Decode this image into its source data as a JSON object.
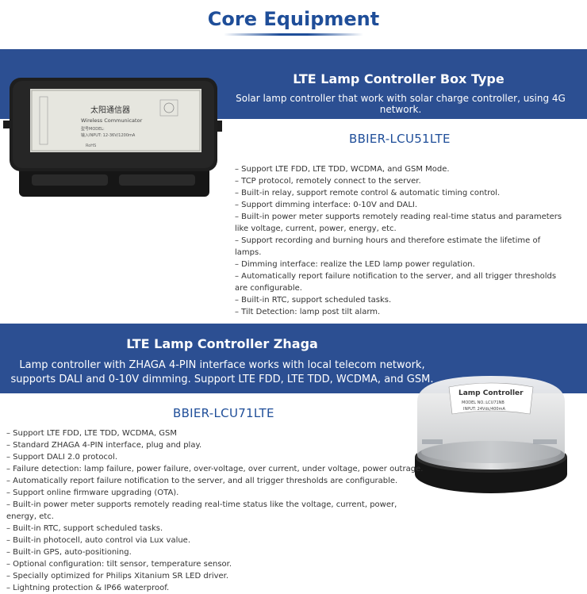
{
  "page": {
    "title": "Core Equipment"
  },
  "sections": [
    {
      "title": "LTE Lamp Controller Box Type",
      "description": "Solar lamp controller that work with solar charge controller, using 4G network.",
      "model": "BBIER-LCU51LTE",
      "product_label": {
        "brand": "太阳通信器",
        "name": "Wireless Communicator",
        "model_line": "型号MODEL:",
        "input_line": "输入INPUT: 12-36V/1200mA",
        "side_mark": "RoHS"
      },
      "features": [
        "– Support LTE FDD, LTE TDD, WCDMA, and GSM Mode.",
        "– TCP protocol, remotely connect to the server.",
        "– Built-in relay, support remote control & automatic timing control.",
        "– Support dimming interface: 0-10V and DALI.",
        "– Built-in power meter supports remotely reading real-time status and parameters like voltage, current, power, energy, etc.",
        "– Support recording and burning hours and therefore estimate the lifetime of lamps.",
        "– Dimming interface: realize the LED lamp power regulation.",
        "– Automatically report failure notification to the server, and all trigger thresholds are configurable.",
        "– Built-in RTC, support scheduled tasks.",
        "– Tilt Detection: lamp post tilt alarm."
      ]
    },
    {
      "title": "LTE Lamp Controller Zhaga",
      "description": "Lamp controller with ZHAGA 4-PIN interface works with local telecom network, supports DALI and 0-10V dimming. Support LTE FDD, LTE TDD, WCDMA, and GSM.",
      "model": "BBIER-LCU71LTE",
      "product_label": {
        "name": "Lamp Controller",
        "model_line": "MODEL NO.:LCU71NB",
        "input_line": "INPUT: 24Vdc/400mA"
      },
      "features": [
        "– Support LTE FDD, LTE TDD, WCDMA, GSM",
        "– Standard ZHAGA 4-PIN interface, plug and play.",
        "– Support DALI 2.0 protocol.",
        "– Failure detection: lamp failure, power failure, over-voltage, over current, under voltage, power outrage.",
        "– Automatically report failure notification to the server, and all trigger thresholds are configurable.",
        "– Support online firmware upgrading (OTA).",
        "– Built-in power meter supports remotely reading real-time status like the voltage, current, power, energy, etc.",
        "– Built-in RTC, support scheduled tasks.",
        "– Built-in photocell, auto control via Lux value.",
        "– Built-in GPS, auto-positioning.",
        "– Optional configuration: tilt sensor, temperature sensor.",
        "– Specially optimized for Philips Xitanium SR LED driver.",
        "– Lightning protection & IP66 waterproof."
      ]
    }
  ],
  "colors": {
    "brand_blue": "#1f4e99",
    "band_blue": "#2c4f92",
    "text": "#333333"
  }
}
